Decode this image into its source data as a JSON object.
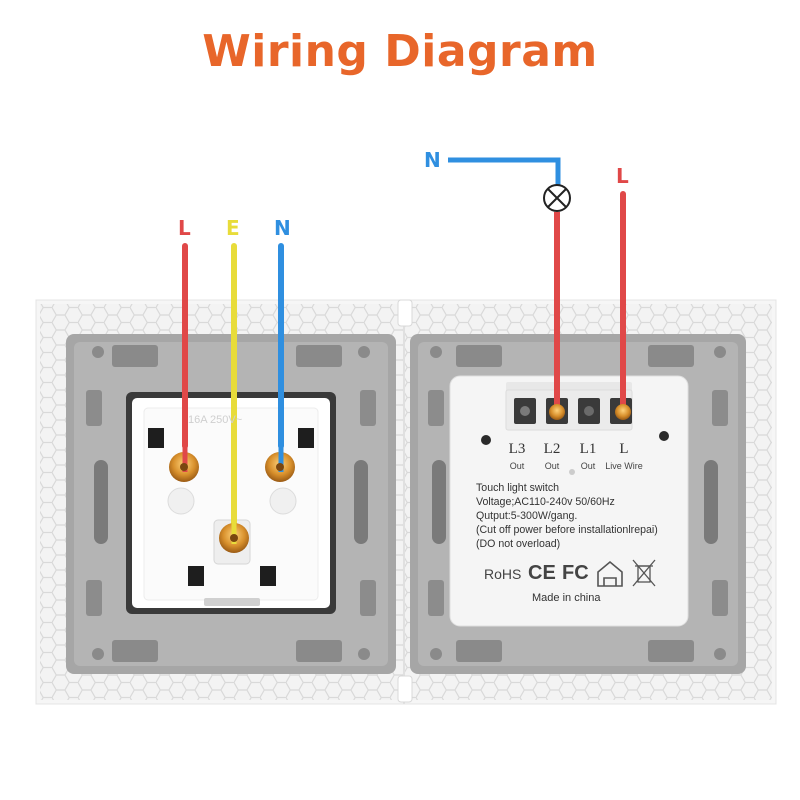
{
  "title": "Wiring Diagram",
  "colors": {
    "title": "#e8662a",
    "live": "#e04848",
    "earth": "#e8dc3a",
    "neutral": "#2f8fe0",
    "frame": "#f2f2f2",
    "mechanism": "#a8a8a8",
    "module": "#f4f4f4"
  },
  "socket": {
    "wire_labels": {
      "live": "L",
      "earth": "E",
      "neutral": "N"
    },
    "rating_text": "16A 250V~"
  },
  "switch": {
    "wire_labels": {
      "neutral": "N",
      "live": "L"
    },
    "lamp_icon": "lamp-icon",
    "terminals": [
      {
        "label": "L3",
        "sub": "Out"
      },
      {
        "label": "L2",
        "sub": "Out"
      },
      {
        "label": "L1",
        "sub": "Out"
      },
      {
        "label": "L",
        "sub": "Live Wire"
      }
    ],
    "spec_lines": [
      "Touch light switch",
      "Voltage;AC110-240v 50/60Hz",
      "Qutput:5-300W/gang.",
      "(Cut off power before installationlrepai)",
      "(DO not overload)"
    ],
    "certifications": {
      "rohs": "RoHS",
      "ce": "CE",
      "fcc": "FC"
    },
    "made_in": "Made in china"
  }
}
